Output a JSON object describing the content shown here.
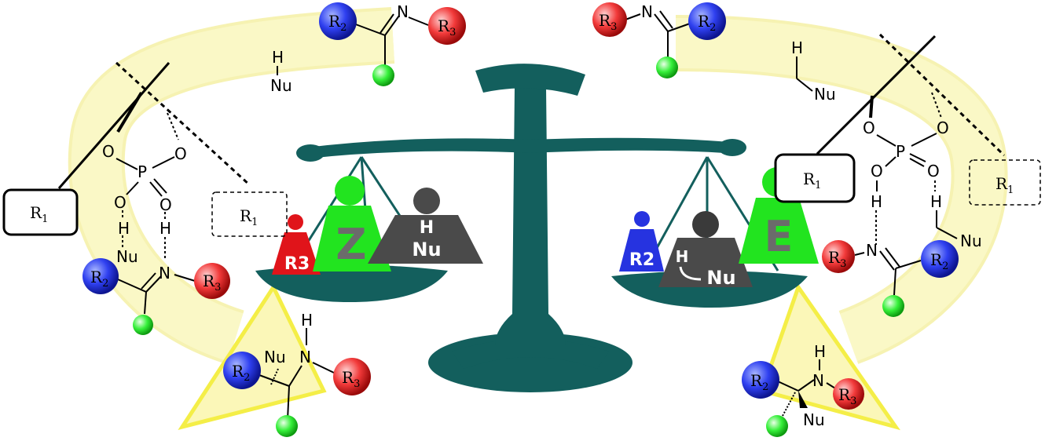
{
  "labels": {
    "r1": "R",
    "r1_sub": "1",
    "r2": "R",
    "r2_sub": "2",
    "r3": "R",
    "r3_sub": "3",
    "nu": "Nu",
    "h": "H",
    "n": "N",
    "p": "P",
    "o": "O",
    "z": "Z",
    "e": "E",
    "weight_r3": "R3",
    "weight_r2": "R2"
  },
  "colors": {
    "teal": "#135f5d",
    "yellow_fill": "#f6f3b4",
    "yellow_stroke": "#eee563",
    "arrow_yellow": "#fbf7b8",
    "arrow_stroke": "#f4ee47",
    "blue": "#2633e0",
    "red": "#e0141a",
    "green": "#22e41f",
    "gray": "#4a4a4a",
    "dark_gray": "#3a3a3a"
  }
}
